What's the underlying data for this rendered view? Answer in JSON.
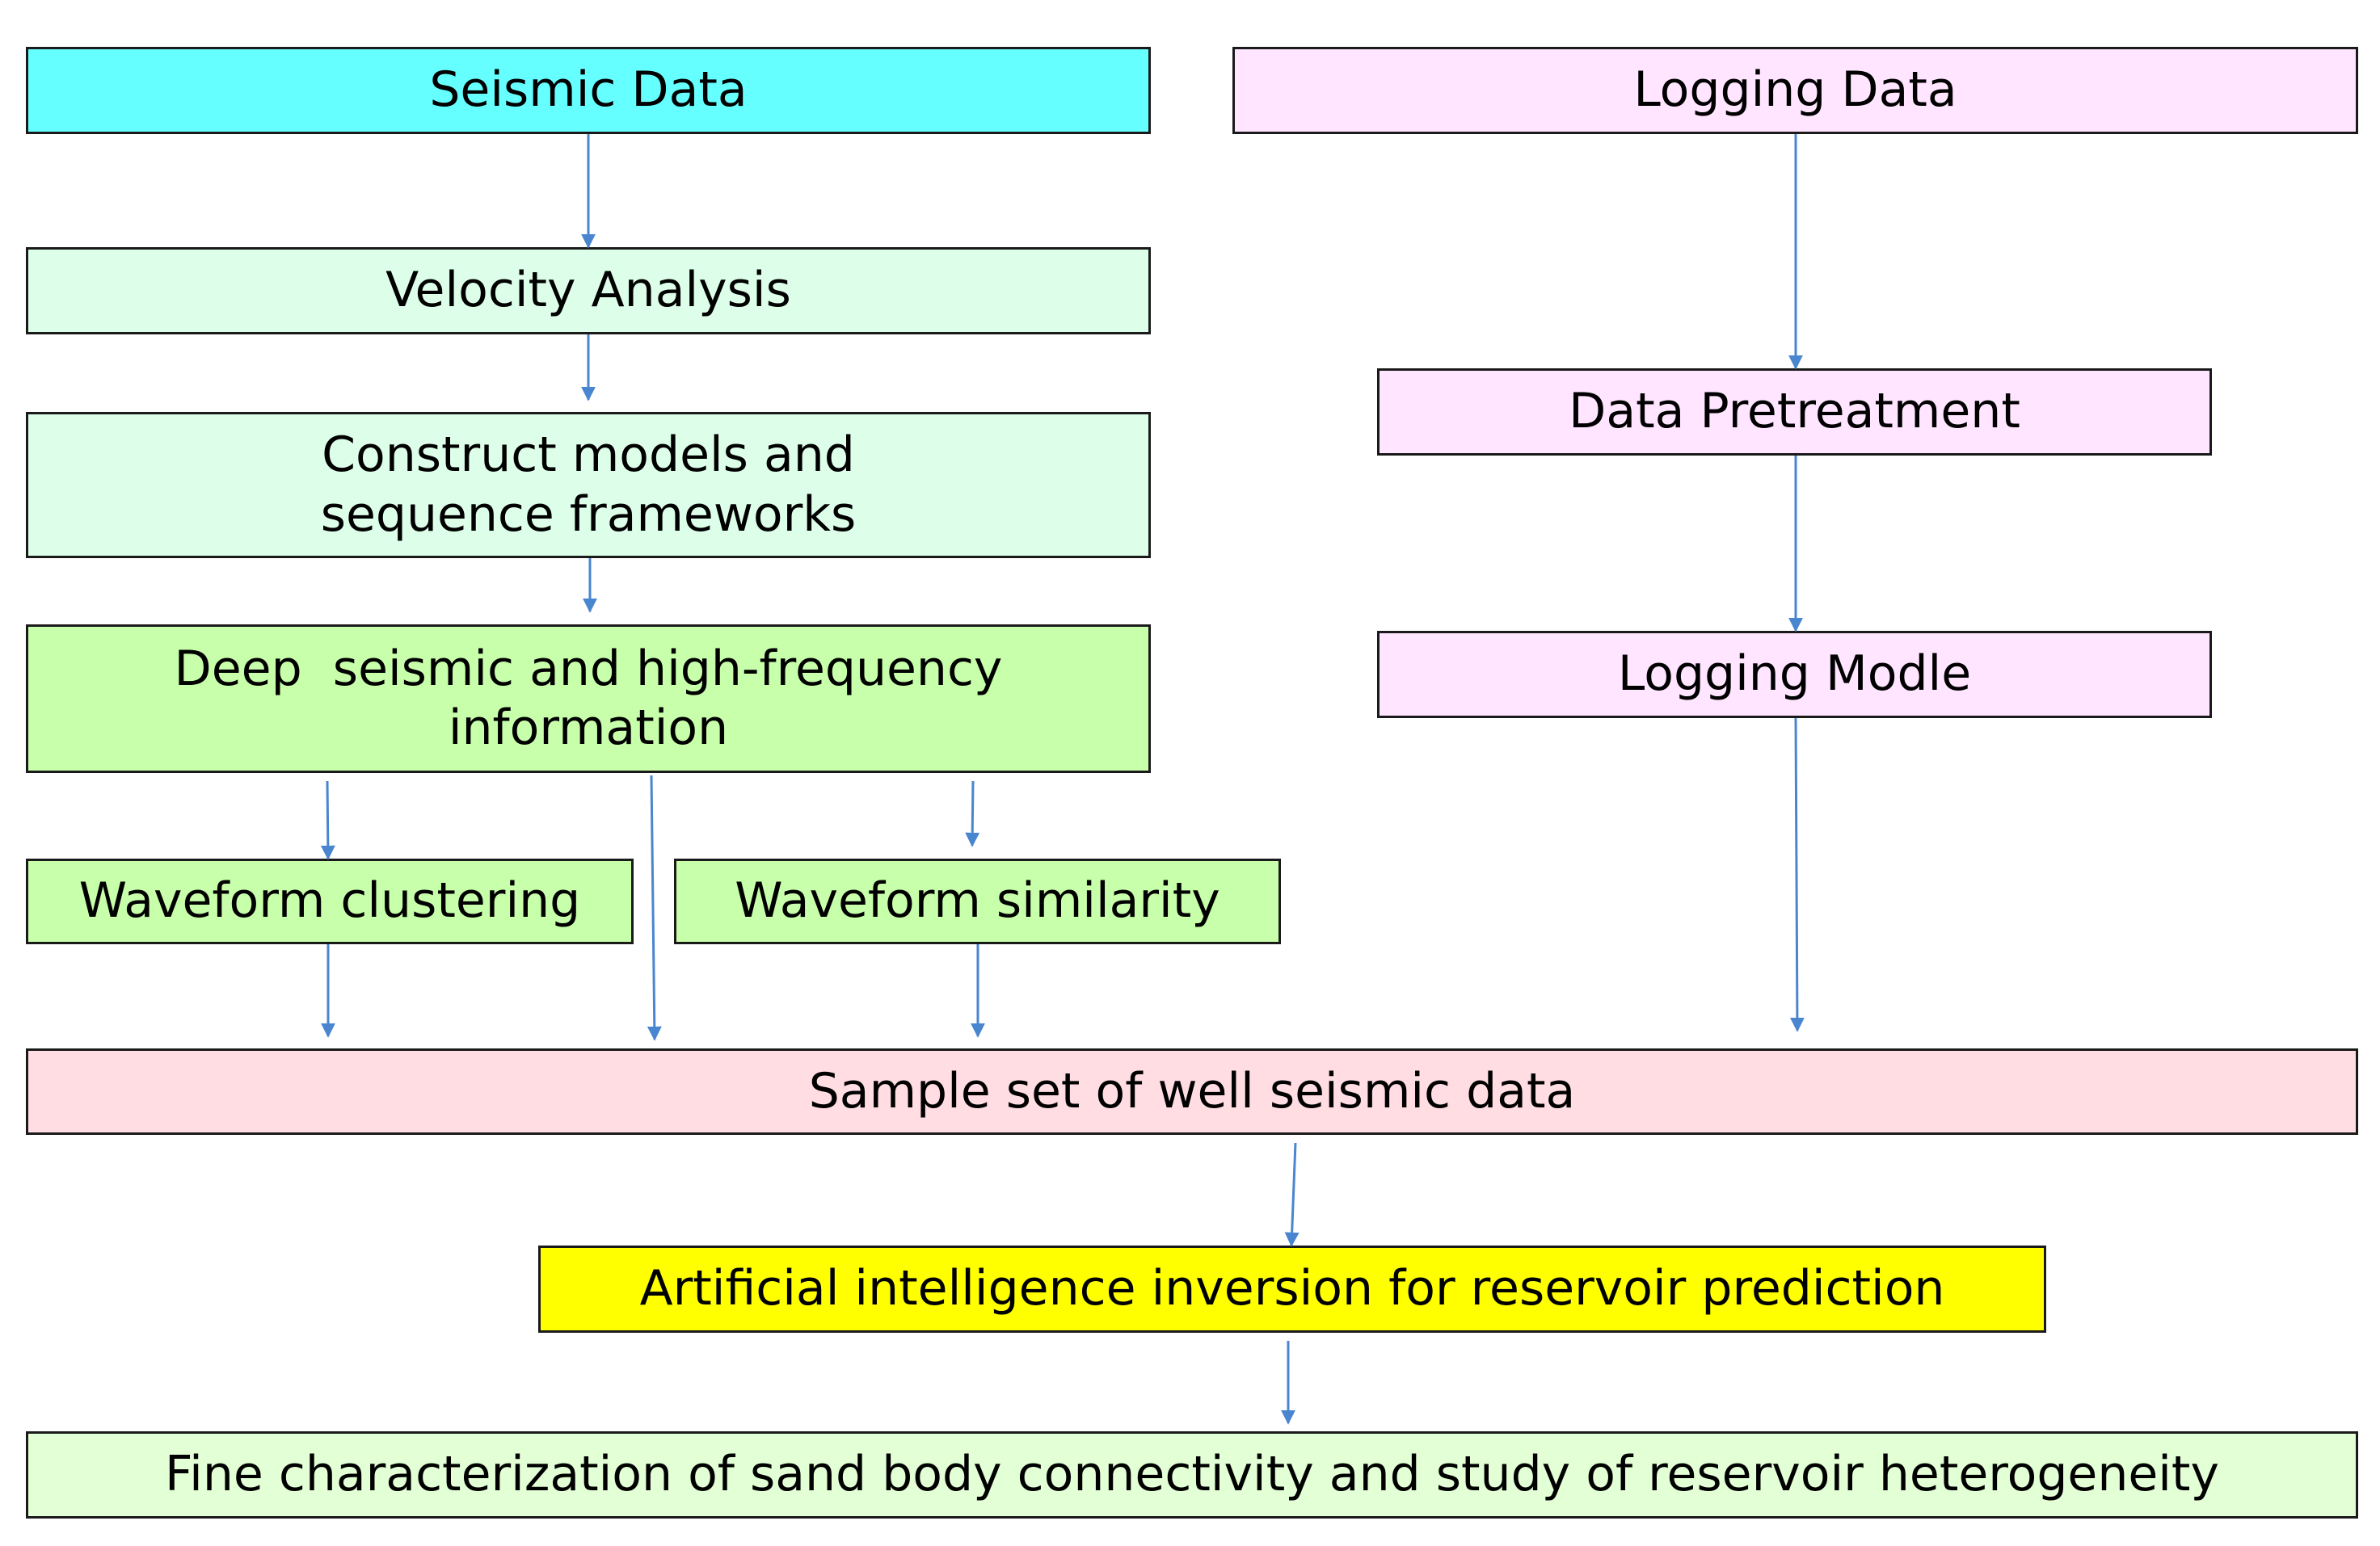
{
  "diagram": {
    "nodes": {
      "seismic_data": {
        "label": "Seismic Data",
        "color": "#66FFFF"
      },
      "logging_data": {
        "label": "Logging Data",
        "color": "#FFE5FF"
      },
      "velocity_analysis": {
        "label": "Velocity Analysis",
        "color": "#DDFFE9"
      },
      "data_pretreatment": {
        "label": "Data Pretreatment",
        "color": "#FFE5FF"
      },
      "construct_models": {
        "label": "Construct models and sequence frameworks",
        "color": "#DDFFE9"
      },
      "deep_seismic": {
        "label": "Deep  seismic and high-frequency information",
        "color": "#C8FFAA"
      },
      "logging_modle": {
        "label": "Logging Modle",
        "color": "#FFE5FF"
      },
      "waveform_clustering": {
        "label": "Waveform clustering",
        "color": "#C8FFAA"
      },
      "waveform_similarity": {
        "label": "Waveform similarity",
        "color": "#C8FFAA"
      },
      "sample_set": {
        "label": "Sample set of well seismic data",
        "color": "#FFDDE2"
      },
      "ai_inversion": {
        "label": "Artificial intelligence inversion for reservoir prediction",
        "color": "#FFFF00"
      },
      "fine_characterization": {
        "label": "Fine characterization of sand body connectivity and study of reservoir heterogeneity",
        "color": "#E2FFD5"
      }
    },
    "edges": [
      {
        "from": "seismic_data",
        "to": "velocity_analysis"
      },
      {
        "from": "velocity_analysis",
        "to": "construct_models"
      },
      {
        "from": "construct_models",
        "to": "deep_seismic"
      },
      {
        "from": "deep_seismic",
        "to": "waveform_clustering"
      },
      {
        "from": "deep_seismic",
        "to": "waveform_similarity"
      },
      {
        "from": "deep_seismic",
        "to": "sample_set"
      },
      {
        "from": "waveform_clustering",
        "to": "sample_set"
      },
      {
        "from": "waveform_similarity",
        "to": "sample_set"
      },
      {
        "from": "logging_data",
        "to": "data_pretreatment"
      },
      {
        "from": "data_pretreatment",
        "to": "logging_modle"
      },
      {
        "from": "logging_modle",
        "to": "sample_set"
      },
      {
        "from": "sample_set",
        "to": "ai_inversion"
      },
      {
        "from": "ai_inversion",
        "to": "fine_characterization"
      }
    ],
    "arrow_color": "#4A86D0"
  }
}
